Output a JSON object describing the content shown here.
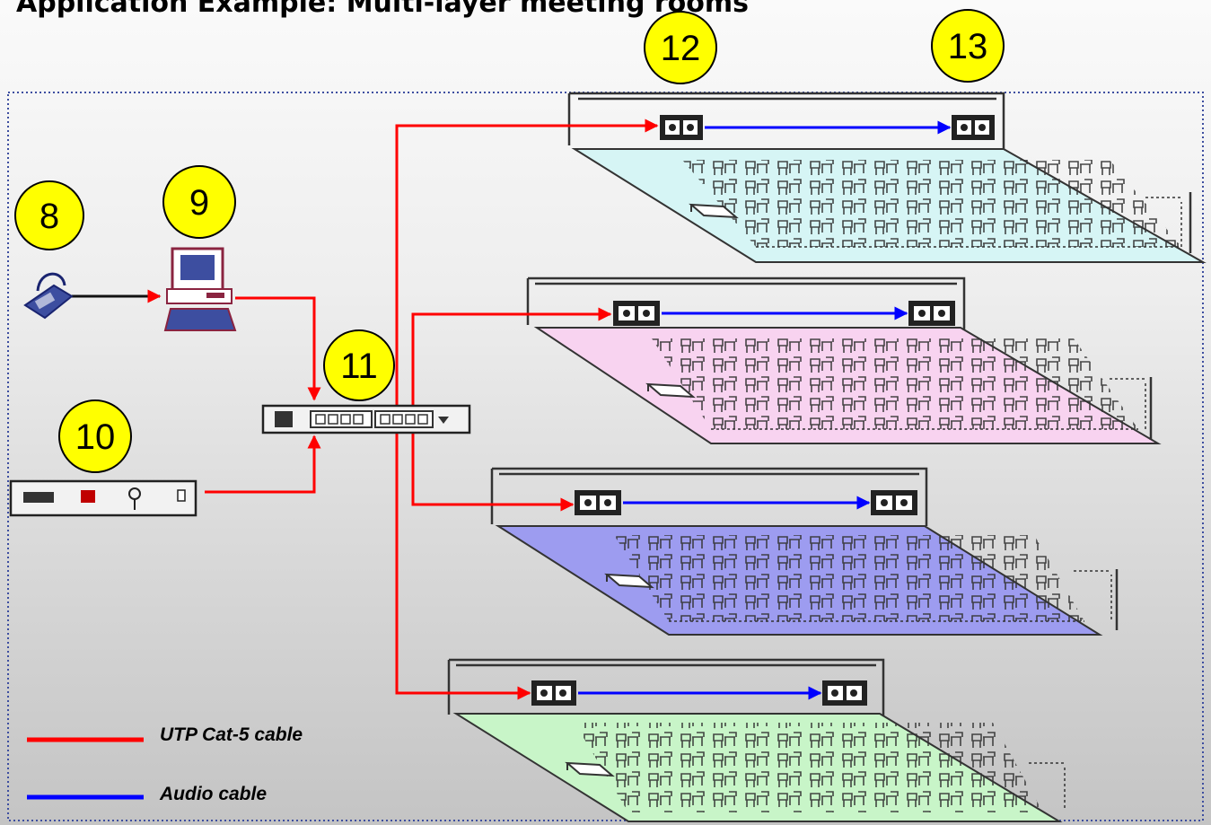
{
  "title": "Application Example: Multi-layer meeting rooms",
  "badges": {
    "b8": "8",
    "b9": "9",
    "b10": "10",
    "b11": "11",
    "b12": "12",
    "b13": "13"
  },
  "legend": {
    "utp": {
      "label": "UTP Cat-5 cable",
      "color": "#ff0000"
    },
    "audio": {
      "label": "Audio cable",
      "color": "#0000ff"
    }
  },
  "rooms": [
    {
      "floor_color": "#d6f5f5"
    },
    {
      "floor_color": "#f8d3f0"
    },
    {
      "floor_color": "#9d9cf0"
    },
    {
      "floor_color": "#c8f5c8"
    }
  ],
  "colors": {
    "badge_fill": "#ffff00",
    "cable_red": "#ff0000",
    "cable_blue": "#0000ff",
    "border": "#3d4ea0"
  }
}
